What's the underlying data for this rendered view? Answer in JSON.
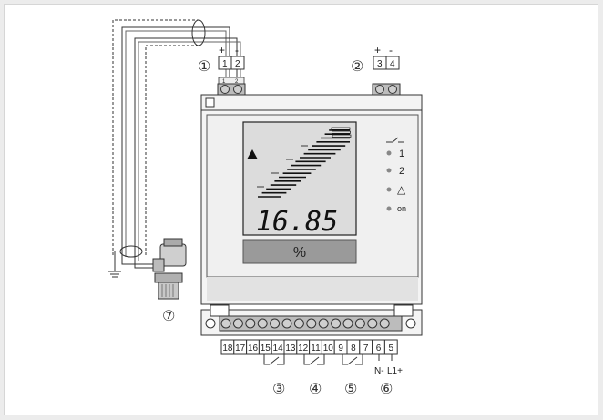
{
  "callouts": {
    "c1": "①",
    "c2": "②",
    "c3": "③",
    "c4": "④",
    "c5": "⑤",
    "c6": "⑥",
    "c7": "⑦"
  },
  "power_in": {
    "plus": "+",
    "minus": "-",
    "term_a": "1",
    "term_b": "2",
    "mini_a": "1",
    "mini_b": "2"
  },
  "power_out": {
    "plus": "+",
    "minus": "-",
    "term_a": "3",
    "term_b": "4"
  },
  "display": {
    "value": "16.85",
    "unit": "%"
  },
  "indicators": {
    "relay1": "1",
    "relay2": "2",
    "alarm": "△",
    "on": "on"
  },
  "bottom_terminals": [
    "18",
    "17",
    "16",
    "15",
    "14",
    "13",
    "12",
    "11",
    "10",
    "9",
    "8",
    "7",
    "6",
    "5"
  ],
  "supply_labels": {
    "n": "N-",
    "l": "L1+"
  },
  "colors": {
    "device_body": "#f4f4f4",
    "device_border": "#333333",
    "lcd_bg": "#dcdcdc",
    "unit_box": "#9a9a9a",
    "led": "#888888",
    "bottom_band": "#e6e6e6"
  },
  "icons": {
    "marker": "triangle-pointer-icon",
    "switch": "switch-contact-icon"
  }
}
